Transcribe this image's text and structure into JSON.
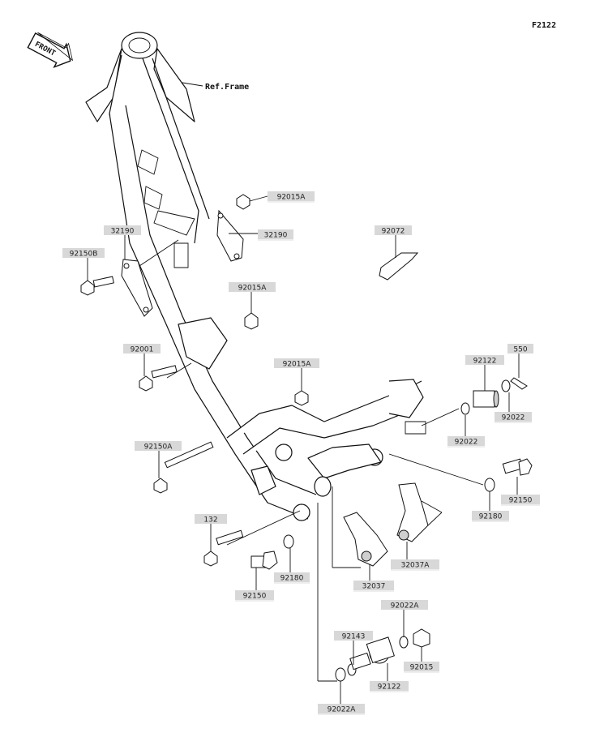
{
  "figure_code": "F2122",
  "front_label": "FRONT",
  "ref_frame_label": "Ref.Frame",
  "parts": [
    {
      "id": "p32190a",
      "label": "32190"
    },
    {
      "id": "p92150b",
      "label": "92150B"
    },
    {
      "id": "p92015a1",
      "label": "92015A"
    },
    {
      "id": "p32190b",
      "label": "32190"
    },
    {
      "id": "p92072",
      "label": "92072"
    },
    {
      "id": "p92015a2",
      "label": "92015A"
    },
    {
      "id": "p92001",
      "label": "92001"
    },
    {
      "id": "p92015a3",
      "label": "92015A"
    },
    {
      "id": "p550",
      "label": "550"
    },
    {
      "id": "p92122a",
      "label": "92122"
    },
    {
      "id": "p92022a",
      "label": "92022"
    },
    {
      "id": "p92022b",
      "label": "92022"
    },
    {
      "id": "p92150a",
      "label": "92150A"
    },
    {
      "id": "p92150a2",
      "label": "92150"
    },
    {
      "id": "p92180a",
      "label": "92180"
    },
    {
      "id": "p132",
      "label": "132"
    },
    {
      "id": "p32037a",
      "label": "32037A"
    },
    {
      "id": "p92150c",
      "label": "92150"
    },
    {
      "id": "p92180b",
      "label": "92180"
    },
    {
      "id": "p32037",
      "label": "32037"
    },
    {
      "id": "p92022a2",
      "label": "92022A"
    },
    {
      "id": "p92143",
      "label": "92143"
    },
    {
      "id": "p92015",
      "label": "92015"
    },
    {
      "id": "p92122b",
      "label": "92122"
    },
    {
      "id": "p92022a3",
      "label": "92022A"
    }
  ]
}
